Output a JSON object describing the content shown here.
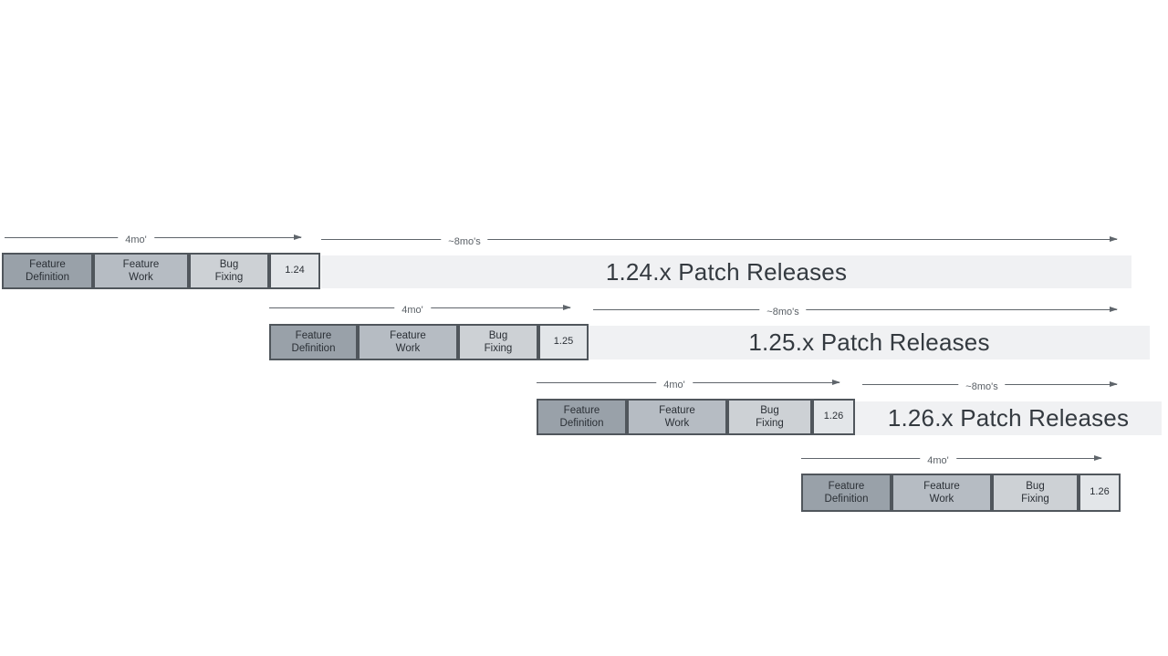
{
  "diagram": {
    "name": "release-cadence-timeline",
    "durations": {
      "development": "4mo'",
      "patch_support": "~8mo's"
    },
    "rows": [
      {
        "version": "1.24",
        "dev_duration": "4mo'",
        "patch_duration": "~8mo's",
        "phases": [
          "Feature\nDefinition",
          "Feature\nWork",
          "Bug\nFixing"
        ],
        "patch_bar_label": "1.24.x Patch Releases"
      },
      {
        "version": "1.25",
        "dev_duration": "4mo'",
        "patch_duration": "~8mo's",
        "phases": [
          "Feature\nDefinition",
          "Feature\nWork",
          "Bug\nFixing"
        ],
        "patch_bar_label": "1.25.x Patch Releases"
      },
      {
        "version": "1.26",
        "dev_duration": "4mo'",
        "patch_duration": "~8mo's",
        "phases": [
          "Feature\nDefinition",
          "Feature\nWork",
          "Bug\nFixing"
        ],
        "patch_bar_label": "1.26.x Patch Releases"
      },
      {
        "version": "1.26",
        "dev_duration": "4mo'",
        "phases": [
          "Feature\nDefinition",
          "Feature\nWork",
          "Bug\nFixing"
        ]
      }
    ],
    "colors": {
      "background": "#ffffff",
      "feature_definition_fill": "#99a1a9",
      "feature_work_fill": "#b6bcc3",
      "bug_fixing_fill": "#cdd1d5",
      "version_fill": "#e3e6e9",
      "patch_bar_fill": "#f0f1f3",
      "box_border": "#50565c",
      "box_text": "#2b3036",
      "arrow": "#5f656b",
      "patch_text": "#343a40",
      "duration_text": "#5a6066"
    }
  }
}
